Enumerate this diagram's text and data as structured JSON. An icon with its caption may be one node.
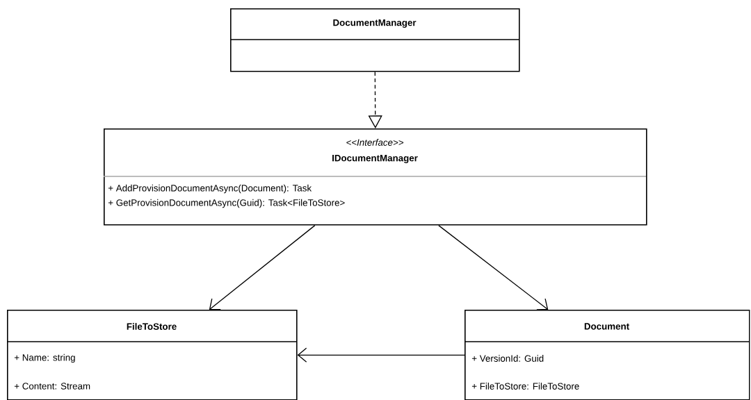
{
  "diagram": {
    "nodes": [
      {
        "text": [
          "DocumentManager"
        ]
      },
      {
        "text": [
          "<<Interface>>",
          "IDocumentManager",
          "+ AddProvisionDocumentAsync(Document): Task",
          "+ GetProvisionDocumentAsync(Guid): Task<FileToStore>"
        ]
      },
      {
        "text": [
          "FileToStore",
          "+ Name: string",
          "+ Content: Stream"
        ]
      },
      {
        "text": [
          "Document",
          "+ VersionId: Guid",
          "+ FileToStore: FileToStore"
        ]
      }
    ],
    "edges": [
      {
        "from": 0,
        "to": 1,
        "arrow": "to",
        "style": "dashed"
      },
      {
        "from": 1,
        "to": 2,
        "arrow": "to"
      },
      {
        "from": 1,
        "to": 3,
        "arrow": "to"
      },
      {
        "from": 3,
        "to": 2,
        "arrow": "to"
      }
    ]
  }
}
